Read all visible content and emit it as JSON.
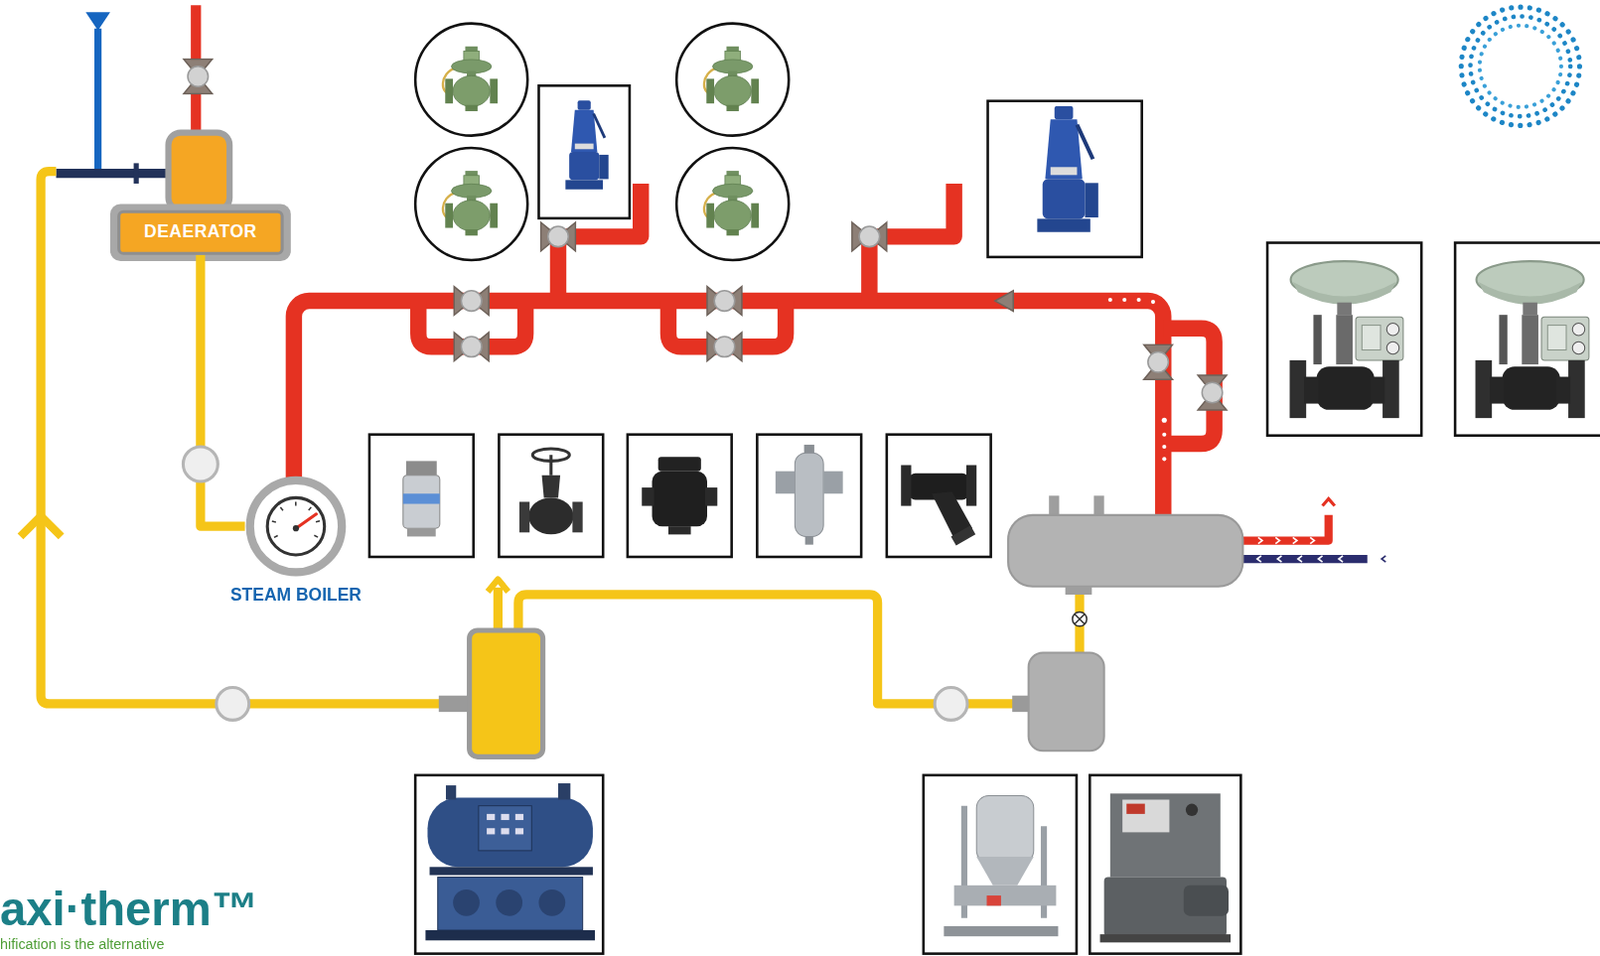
{
  "diagram": {
    "nodes": [
      {
        "text": [
          "DEAERATOR"
        ]
      },
      {
        "text": [
          "STEAM BOILER"
        ]
      }
    ],
    "edges": [
      {
        "from": 0,
        "to": 1,
        "arrow": "none"
      }
    ],
    "labels": [
      "axi·therm™",
      "hification is the alternative"
    ]
  }
}
